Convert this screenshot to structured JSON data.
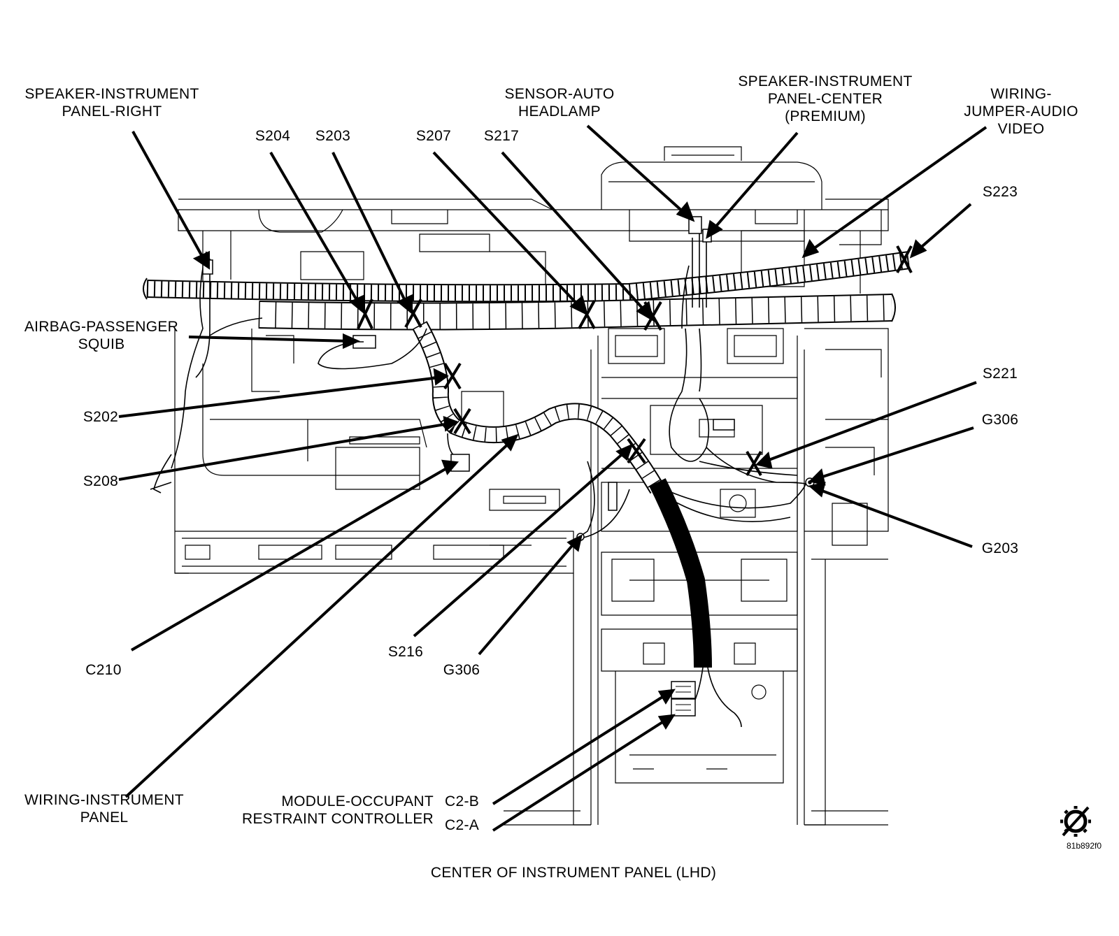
{
  "diagram": {
    "caption": "CENTER OF INSTRUMENT PANEL (LHD)",
    "figure_id": "81b892f0",
    "colors": {
      "ink": "#000000",
      "background": "#ffffff",
      "harness_fill": "#ffffff"
    },
    "labels": {
      "speaker_ip_right": "SPEAKER-INSTRUMENT\nPANEL-RIGHT",
      "s204": "S204",
      "s203": "S203",
      "s207": "S207",
      "s217": "S217",
      "sensor_auto_headlamp": "SENSOR-AUTO\nHEADLAMP",
      "speaker_ip_center": "SPEAKER-INSTRUMENT\nPANEL-CENTER\n(PREMIUM)",
      "wiring_jumper_av": "WIRING-\nJUMPER-AUDIO\nVIDEO",
      "s223": "S223",
      "airbag_passenger_squib": "AIRBAG-PASSENGER\nSQUIB",
      "s202": "S202",
      "s208": "S208",
      "s221": "S221",
      "g306_right": "G306",
      "g203": "G203",
      "c210": "C210",
      "s216": "S216",
      "g306_bottom": "G306",
      "wiring_ip": "WIRING-INSTRUMENT\nPANEL",
      "module_orc": "MODULE-OCCUPANT\nRESTRAINT CONTROLLER",
      "c2b": "C2-B",
      "c2a": "C2-A"
    }
  }
}
